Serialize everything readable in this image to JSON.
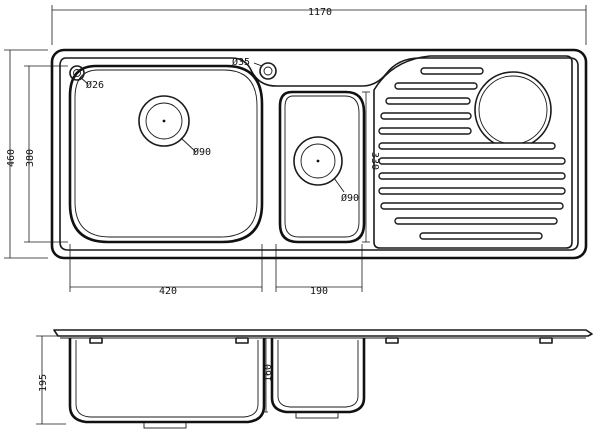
{
  "dimensions": {
    "overall_width": "1170",
    "overall_depth": "460",
    "bowl_depth_inner": "380",
    "main_bowl_width": "420",
    "small_bowl_width": "190",
    "small_bowl_depth": "330",
    "main_bowl_height": "195",
    "small_bowl_height": "160"
  },
  "holes": {
    "tap_hole": "Ø26",
    "tap_hole_2": "Ø35",
    "main_waste": "Ø90",
    "small_waste": "Ø90"
  }
}
